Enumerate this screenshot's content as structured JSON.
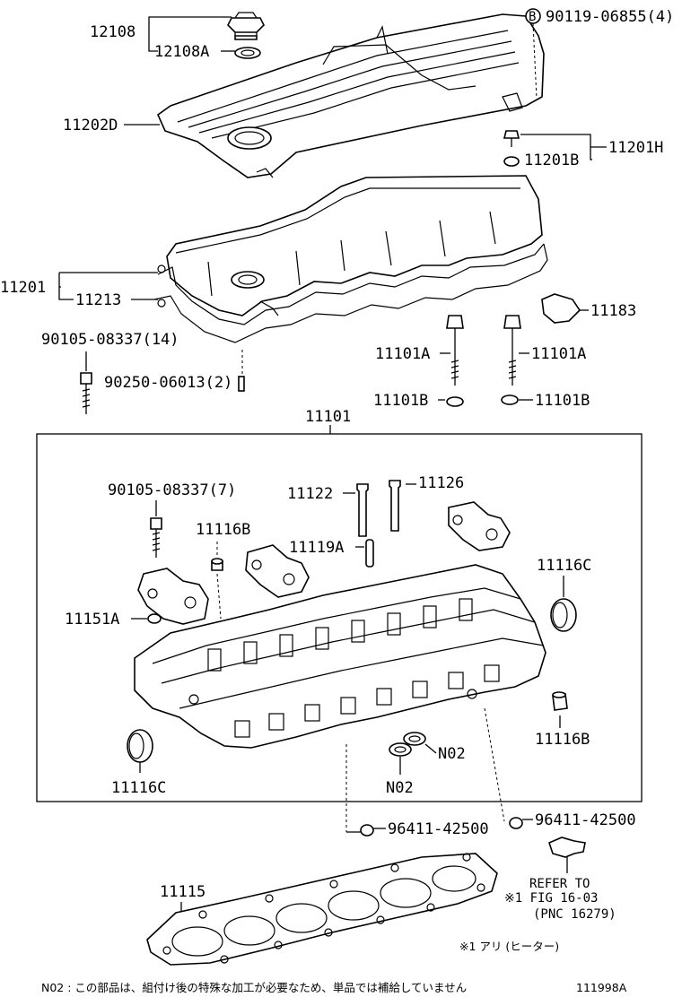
{
  "labels": {
    "p12108": "12108",
    "p12108a": "12108A",
    "p90119": "90119-06855(4)",
    "bolt_marker": "B",
    "p11202d": "11202D",
    "p11201h": "11201H",
    "p11201b": "11201B",
    "p11201": "11201",
    "p11213": "11213",
    "p11183": "11183",
    "p90105_14": "90105-08337(14)",
    "p90250": "90250-06013(2)",
    "p11101a_left": "11101A",
    "p11101a_right": "11101A",
    "p11101b_left": "11101B",
    "p11101b_right": "11101B",
    "p11101": "11101",
    "p90105_7": "90105-08337(7)",
    "p11122": "11122",
    "p11126": "11126",
    "p11116b_top": "11116B",
    "p11119a": "11119A",
    "p11116c_right": "11116C",
    "p11151a": "11151A",
    "p11116b_right": "11116B",
    "p11116c_left": "11116C",
    "pn02_right": "N02",
    "pn02_bottom": "N02",
    "p96411_left": "96411-42500",
    "p96411_right": "96411-42500",
    "p11115": "11115",
    "refer_line1": "REFER TO",
    "refer_line2": "※1 FIG 16-03",
    "refer_line3": "(PNC 16279)",
    "footnote_1": "※1 アリ (ヒーター)",
    "footnote_n02": "N02 : この部品は、組付け後の特殊な加工が必要なため、単品では補給していません",
    "drawing_code": "111998A"
  }
}
